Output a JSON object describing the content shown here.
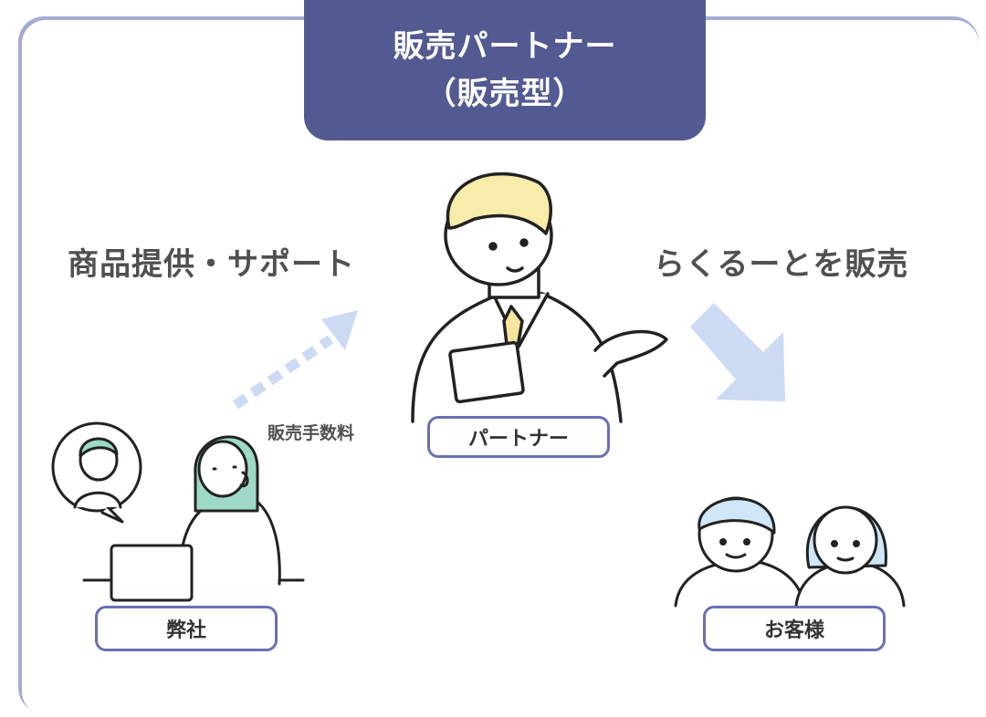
{
  "header": {
    "line1": "販売パートナー",
    "line2": "（販売型）"
  },
  "labels": {
    "left_heading": "商品提供・サポート",
    "right_heading": "らくるーとを販売",
    "commission": "販売手数料"
  },
  "nodes": {
    "partner": "パートナー",
    "company": "弊社",
    "customers": "お客様"
  },
  "colors": {
    "header_bg": "#525a91",
    "card_shadow": "#a4acd4",
    "box_border": "#6970b3",
    "arrow": "#cddaf4",
    "hair_blonde": "#f8ecaa",
    "hair_teal": "#9ed9c7",
    "hair_blue": "#cfe7f8"
  }
}
